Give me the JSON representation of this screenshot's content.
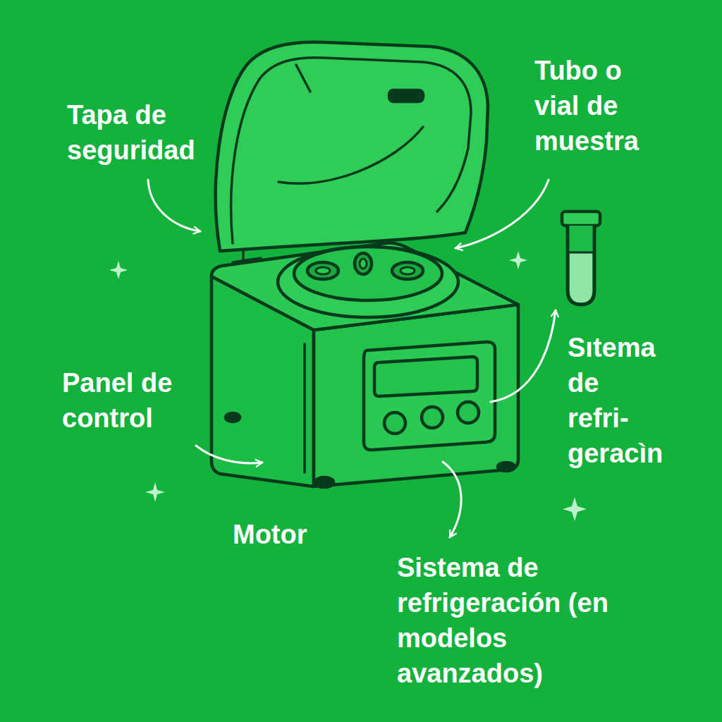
{
  "diagram": {
    "labels": [
      "Tapa de seguridad",
      "Tubo o vial de muestra",
      "Panel de control",
      "Motor",
      "Sıtema de refri- geracìn",
      "Sistema de refrigeración (en modelos avanzados)"
    ]
  }
}
